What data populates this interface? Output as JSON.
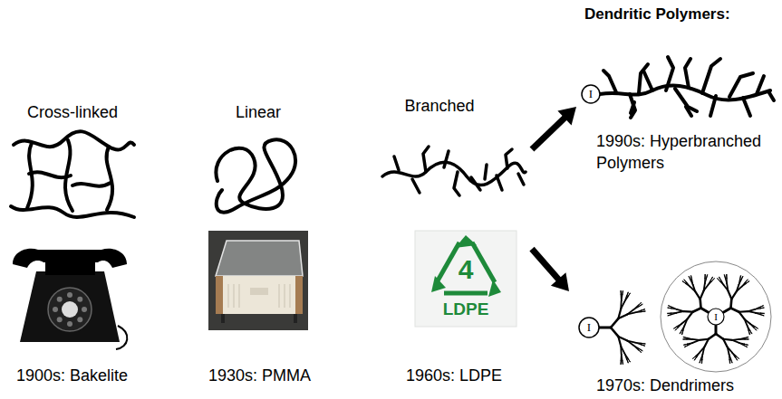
{
  "diagram": {
    "title": "Dendritic Polymers:",
    "nodes": [
      {
        "text": [
          "Cross-linked",
          "1900s: Bakelite"
        ]
      },
      {
        "text": [
          "Linear",
          "1930s: PMMA"
        ]
      },
      {
        "text": [
          "Branched",
          "1960s: LDPE"
        ]
      },
      {
        "text": [
          "1990s: Hyperbranched Polymers"
        ]
      },
      {
        "text": [
          "1970s: Dendrimers"
        ]
      }
    ],
    "edges": [
      {
        "from": 2,
        "to": 3,
        "arrow": "to"
      },
      {
        "from": 2,
        "to": 4,
        "arrow": "to"
      }
    ],
    "labels": [
      "4",
      "LDPE",
      "I",
      "I",
      "I"
    ]
  }
}
